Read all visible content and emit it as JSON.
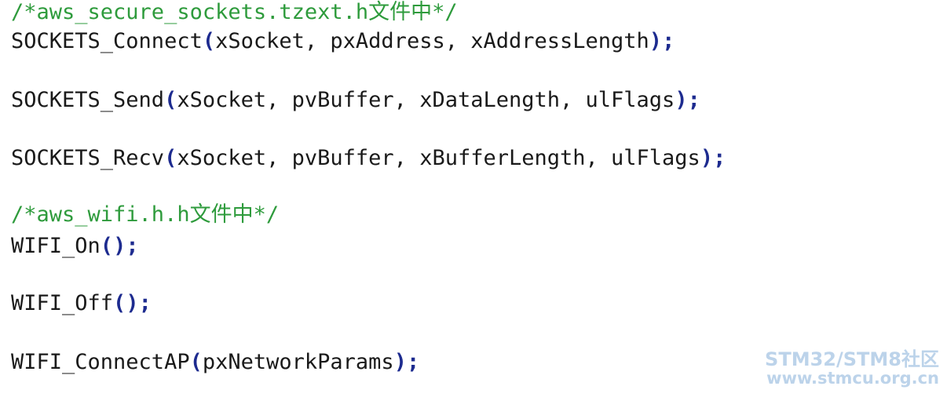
{
  "code": {
    "comment1": "/*aws_secure_sockets.tzext.h文件中*/",
    "line1": {
      "fn": "SOCKETS_Connect",
      "open": "(",
      "args": "xSocket, pxAddress, xAddressLength",
      "close": ")",
      "semi": ";"
    },
    "line2": {
      "fn": "SOCKETS_Send",
      "open": "(",
      "args": "xSocket, pvBuffer, xDataLength, ulFlags",
      "close": ")",
      "semi": ";"
    },
    "line3": {
      "fn": "SOCKETS_Recv",
      "open": "(",
      "args": "xSocket, pvBuffer, xBufferLength, ulFlags",
      "close": ")",
      "semi": ";"
    },
    "comment2": "/*aws_wifi.h.h文件中*/",
    "line4": {
      "fn": "WIFI_On",
      "open": "(",
      "args": "",
      "close": ")",
      "semi": ";"
    },
    "line5": {
      "fn": "WIFI_Off",
      "open": "(",
      "args": "",
      "close": ")",
      "semi": ";"
    },
    "line6": {
      "fn": "WIFI_ConnectAP",
      "open": "(",
      "args": "pxNetworkParams",
      "close": ")",
      "semi": ";"
    }
  },
  "watermark": {
    "line1": "STM32/STM8社区",
    "line2": "www.stmcu.org.cn"
  },
  "colors": {
    "comment": "#2e9b3c",
    "paren": "#1d2b8f",
    "text": "#1a1a1a",
    "watermark": "#bcd3ea"
  }
}
